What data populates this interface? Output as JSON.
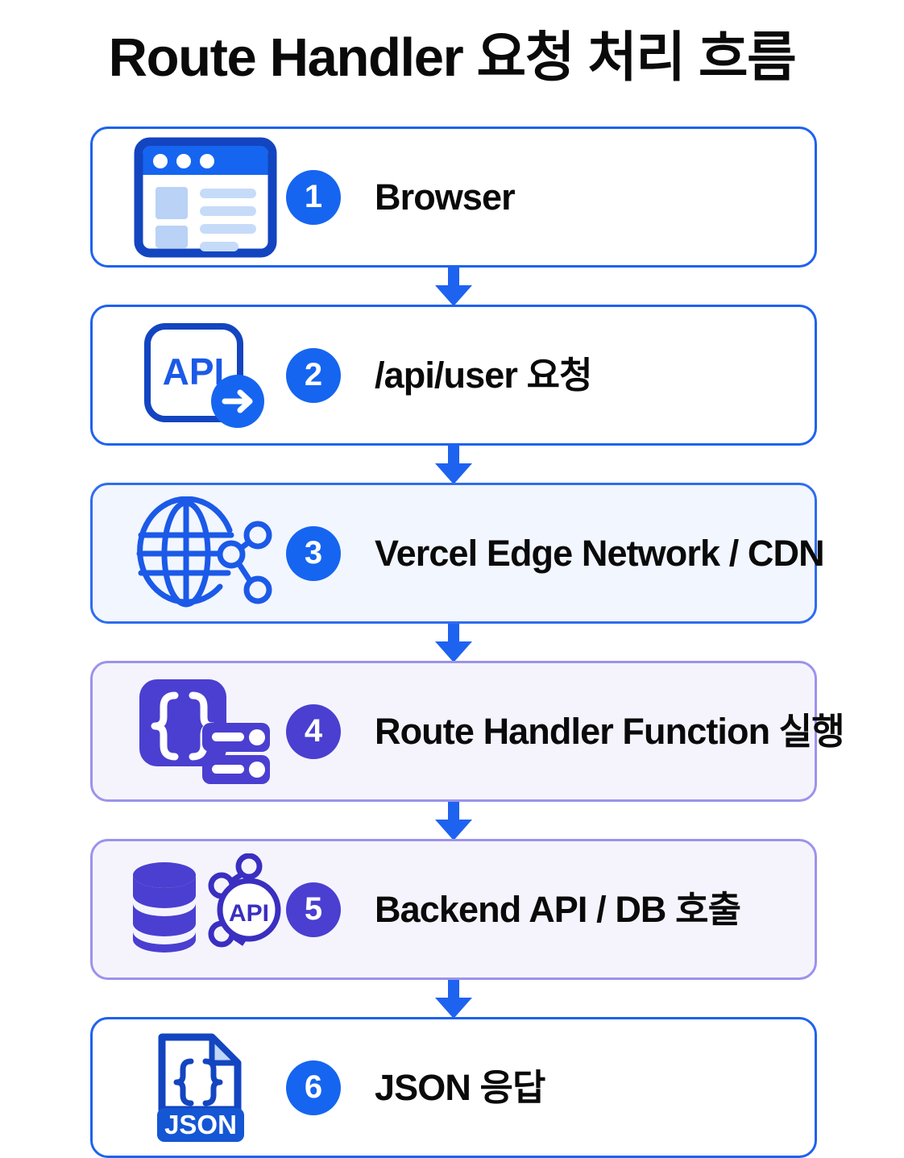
{
  "page": {
    "title": "Route Handler 요청 처리 흐름",
    "background_color": "#ffffff"
  },
  "theme": {
    "blue": "#1e62f0",
    "blue_badge": "#1565f0",
    "blue_dark": "#1345c0",
    "blue_light": "#bfd6f7",
    "purple": "#4a3fd0",
    "purple_border": "#9b93ec",
    "tint_blue_bg": "#f2f6fe",
    "tint_purple_bg": "#f5f4fd",
    "white": "#ffffff",
    "text": "#0a0a0a"
  },
  "flow": {
    "connector_icon": "arrow-down-icon",
    "steps": [
      {
        "number": "1",
        "label": "Browser",
        "icon": "browser-window-icon",
        "accent": "blue",
        "card_style": "white"
      },
      {
        "number": "2",
        "label": "/api/user 요청",
        "icon": "api-request-icon",
        "icon_text": "API",
        "accent": "blue",
        "card_style": "white"
      },
      {
        "number": "3",
        "label": "Vercel Edge Network / CDN",
        "icon": "globe-network-icon",
        "accent": "blue",
        "card_style": "tint-blue"
      },
      {
        "number": "4",
        "label": "Route Handler Function 실행",
        "icon": "code-braces-server-icon",
        "accent": "purple",
        "card_style": "tint-purple"
      },
      {
        "number": "5",
        "label": "Backend API / DB 호출",
        "icon": "database-api-node-icon",
        "icon_text": "API",
        "accent": "purple",
        "card_style": "tint-purple"
      },
      {
        "number": "6",
        "label": "JSON 응답",
        "icon": "json-file-icon",
        "icon_text": "JSON",
        "accent": "blue",
        "card_style": "white"
      }
    ]
  }
}
